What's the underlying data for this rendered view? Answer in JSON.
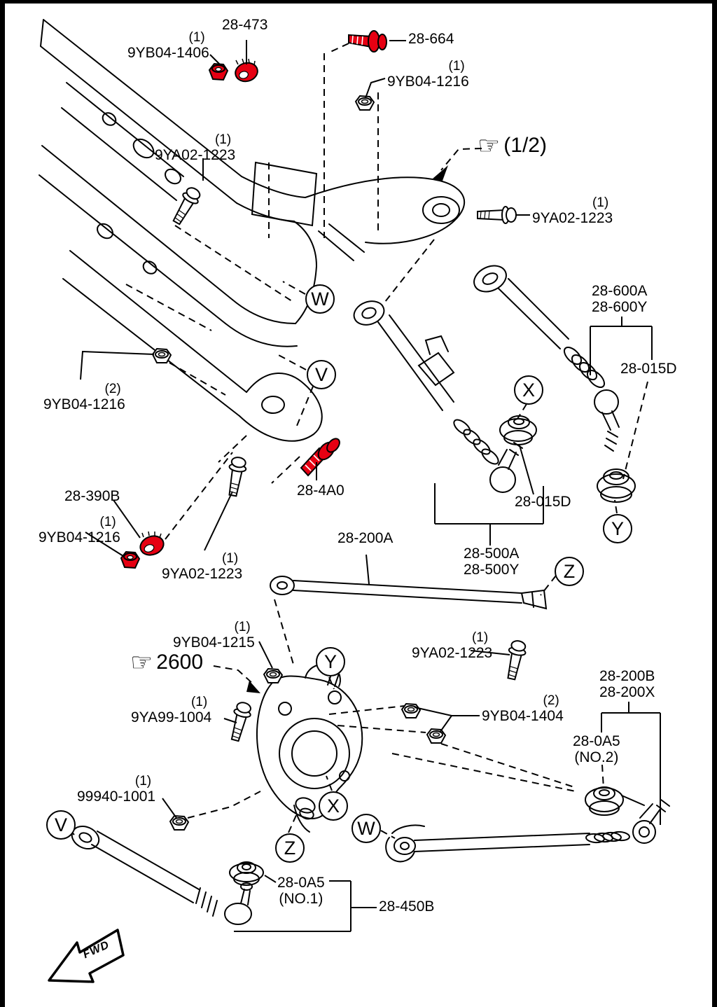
{
  "page": {
    "type": "parts-catalog-diagram",
    "subject": "rear suspension exploded view"
  },
  "colors": {
    "highlight_red": "#e60012",
    "line_black": "#000000",
    "background": "#ffffff"
  },
  "fwd_marker": "FWD",
  "pointers": {
    "page_ref": "(1/2)",
    "section_ref": "2600"
  },
  "callouts": [
    {
      "qty": "",
      "part": "28-473"
    },
    {
      "qty": "(1)",
      "part": "9YB04-1406"
    },
    {
      "qty": "",
      "part": "28-664"
    },
    {
      "qty": "(1)",
      "part": "9YB04-1216"
    },
    {
      "qty": "(1)",
      "part": "9YA02-1223"
    },
    {
      "qty": "(1)",
      "part": "9YA02-1223"
    },
    {
      "qty": "",
      "part": "28-600A\n28-600Y"
    },
    {
      "qty": "",
      "part": "28-015D"
    },
    {
      "qty": "(2)",
      "part": "9YB04-1216"
    },
    {
      "qty": "",
      "part": "28-390B"
    },
    {
      "qty": "(1)",
      "part": "9YB04-1216"
    },
    {
      "qty": "(1)",
      "part": "9YA02-1223"
    },
    {
      "qty": "",
      "part": "28-4A0"
    },
    {
      "qty": "",
      "part": "28-200A"
    },
    {
      "qty": "",
      "part": "28-500A\n28-500Y"
    },
    {
      "qty": "",
      "part": "28-015D"
    },
    {
      "qty": "(1)",
      "part": "9YA02-1223"
    },
    {
      "qty": "(1)",
      "part": "9YB04-1215"
    },
    {
      "qty": "(1)",
      "part": "9YA99-1004"
    },
    {
      "qty": "(2)",
      "part": "9YB04-1404"
    },
    {
      "qty": "",
      "part": "28-200B\n28-200X"
    },
    {
      "qty": "",
      "part": "28-0A5\n(NO.2)"
    },
    {
      "qty": "(1)",
      "part": "99940-1001"
    },
    {
      "qty": "",
      "part": "28-0A5\n(NO.1)"
    },
    {
      "qty": "",
      "part": "28-450B"
    }
  ],
  "view_markers": [
    "W",
    "V",
    "X",
    "Y",
    "Z",
    "Y",
    "X",
    "W",
    "Z",
    "V"
  ]
}
